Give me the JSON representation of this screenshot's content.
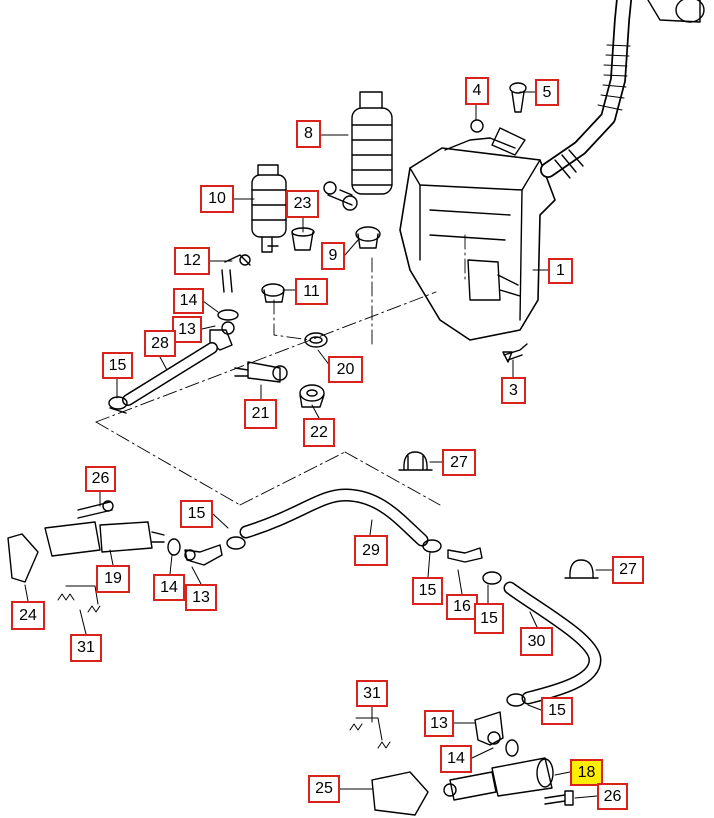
{
  "colors": {
    "callout_border": "#d9221c",
    "highlight_fill": "#ffee00",
    "line": "#000000"
  },
  "callouts": {
    "c1": "1",
    "c3": "3",
    "c4": "4",
    "c5": "5",
    "c8": "8",
    "c9": "9",
    "c10": "10",
    "c11": "11",
    "c12": "12",
    "c14a": "14",
    "c13a": "13",
    "c28": "28",
    "c15a": "15",
    "c20": "20",
    "c21": "21",
    "c22": "22",
    "c23": "23",
    "c26a": "26",
    "c27a": "27",
    "c15b": "15",
    "c29": "29",
    "c19": "19",
    "c14b": "14",
    "c13b": "13",
    "c24": "24",
    "c31a": "31",
    "c15c": "15",
    "c16": "16",
    "c15d": "15",
    "c27b": "27",
    "c30": "30",
    "c31b": "31",
    "c13c": "13",
    "c15e": "15",
    "c14c": "14",
    "c18": "18",
    "c26b": "26",
    "c25": "25"
  },
  "highlighted": "18"
}
